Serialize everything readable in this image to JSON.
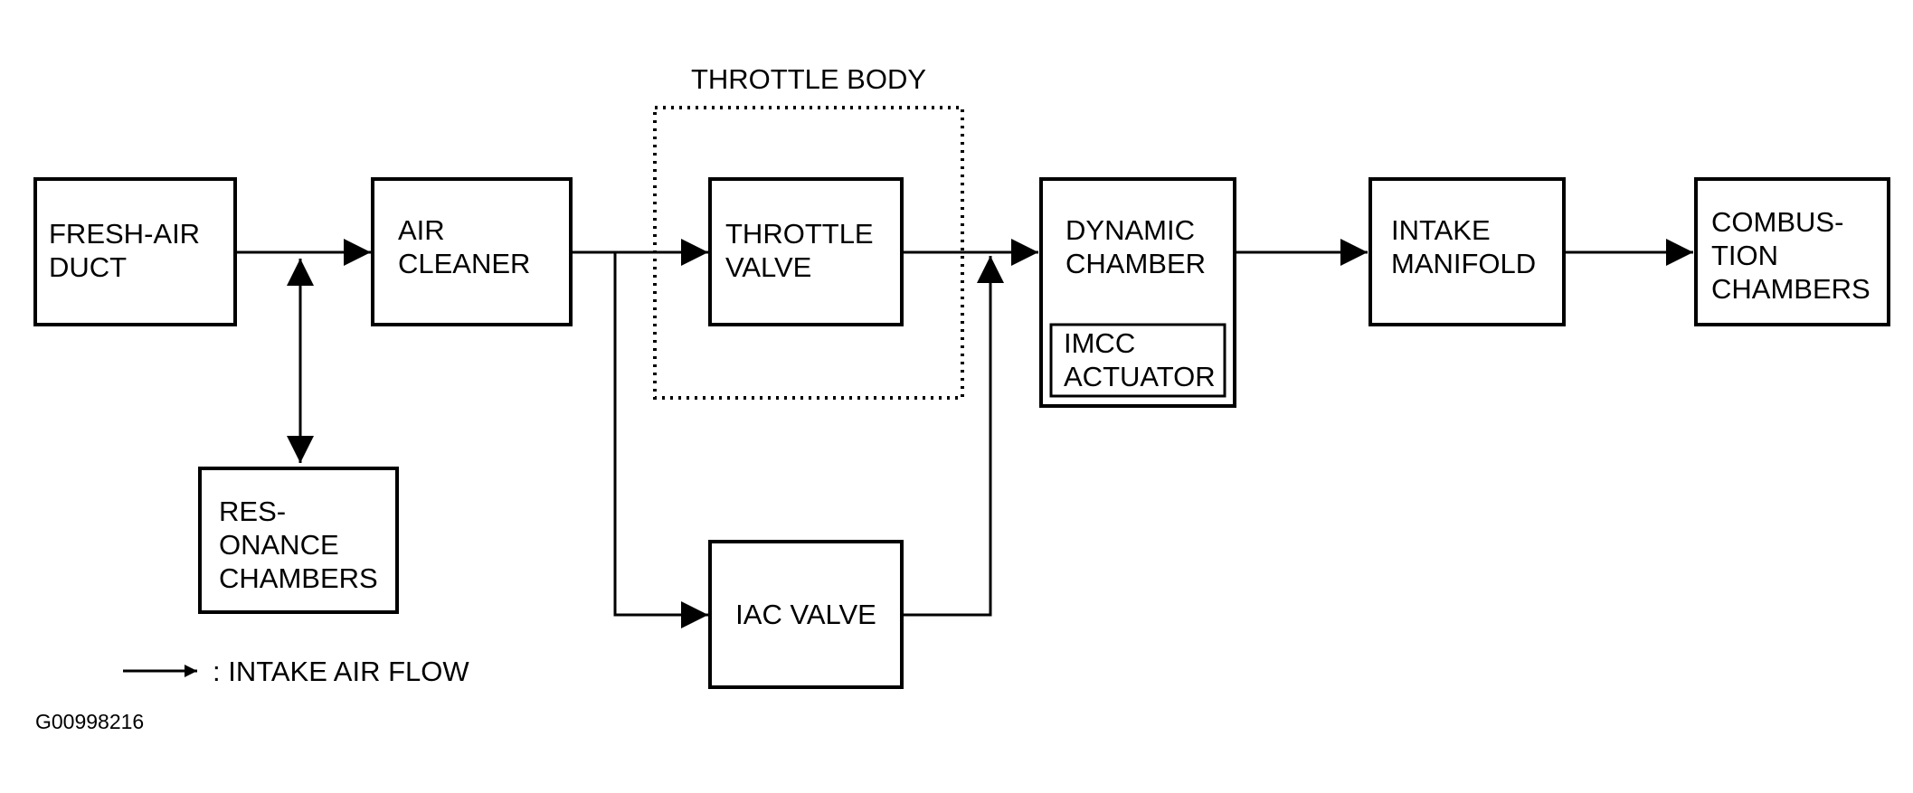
{
  "diagram": {
    "group_title": "THROTTLE BODY",
    "blocks": {
      "fresh_air_duct": [
        "FRESH-AIR",
        "DUCT"
      ],
      "resonance_chambers": [
        "RES-",
        "ONANCE",
        "CHAMBERS"
      ],
      "air_cleaner": [
        "AIR",
        "CLEANER"
      ],
      "throttle_valve": [
        "THROTTLE",
        "VALVE"
      ],
      "iac_valve": [
        "IAC VALVE"
      ],
      "dynamic_chamber": [
        "DYNAMIC",
        "CHAMBER"
      ],
      "imcc_actuator": [
        "IMCC",
        "ACTUATOR"
      ],
      "intake_manifold": [
        "INTAKE",
        "MANIFOLD"
      ],
      "combustion_chambers": [
        "COMBUS-",
        "TION",
        "CHAMBERS"
      ]
    },
    "legend": {
      "label": ": INTAKE AIR FLOW"
    },
    "figure_id": "G00998216"
  }
}
